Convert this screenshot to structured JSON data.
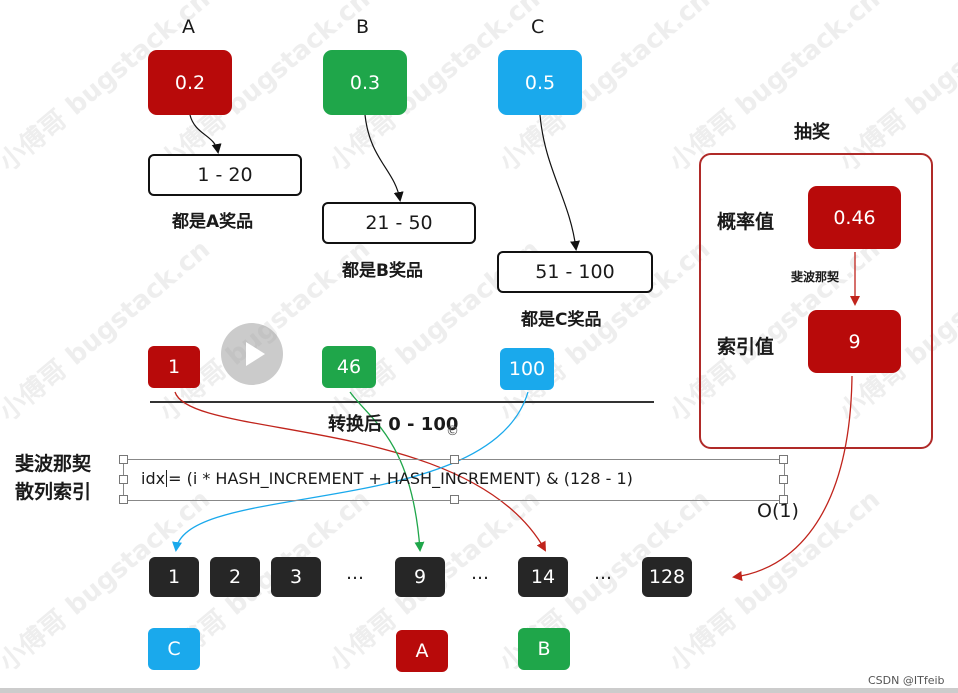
{
  "buckets": {
    "a": {
      "label": "A",
      "prob": "0.2",
      "range": "1 - 20",
      "caption": "都是A奖品",
      "color": "#b80a0a"
    },
    "b": {
      "label": "B",
      "prob": "0.3",
      "range": "21 - 50",
      "caption": "都是B奖品",
      "color": "#1fa64a"
    },
    "c": {
      "label": "C",
      "prob": "0.5",
      "range": "51 - 100",
      "caption": "都是C奖品",
      "color": "#1aa9ec"
    }
  },
  "converted": {
    "values": [
      "1",
      "46",
      "100"
    ],
    "caption": "转换后 0 - 100"
  },
  "lottery": {
    "title": "抽奖",
    "prob_label": "概率值",
    "prob_value": "0.46",
    "arrow_label": "斐波那契",
    "index_label": "索引值",
    "index_value": "9"
  },
  "hash": {
    "label_line1": "斐波那契",
    "label_line2": "散列索引",
    "formula_prefix": "idx",
    "formula_rest": "= (i * HASH_INCREMENT + HASH_INCREMENT) & (128 - 1)",
    "complexity": "O(1)",
    "handle_symbol": "©"
  },
  "slots": {
    "items": [
      "1",
      "2",
      "3",
      "9",
      "14",
      "128"
    ],
    "ellipsis": "…"
  },
  "results": {
    "c": "C",
    "a": "A",
    "b": "B"
  },
  "footer": {
    "credit": "CSDN @ITfeib"
  },
  "watermark": "小傅哥 bugstack.cn"
}
